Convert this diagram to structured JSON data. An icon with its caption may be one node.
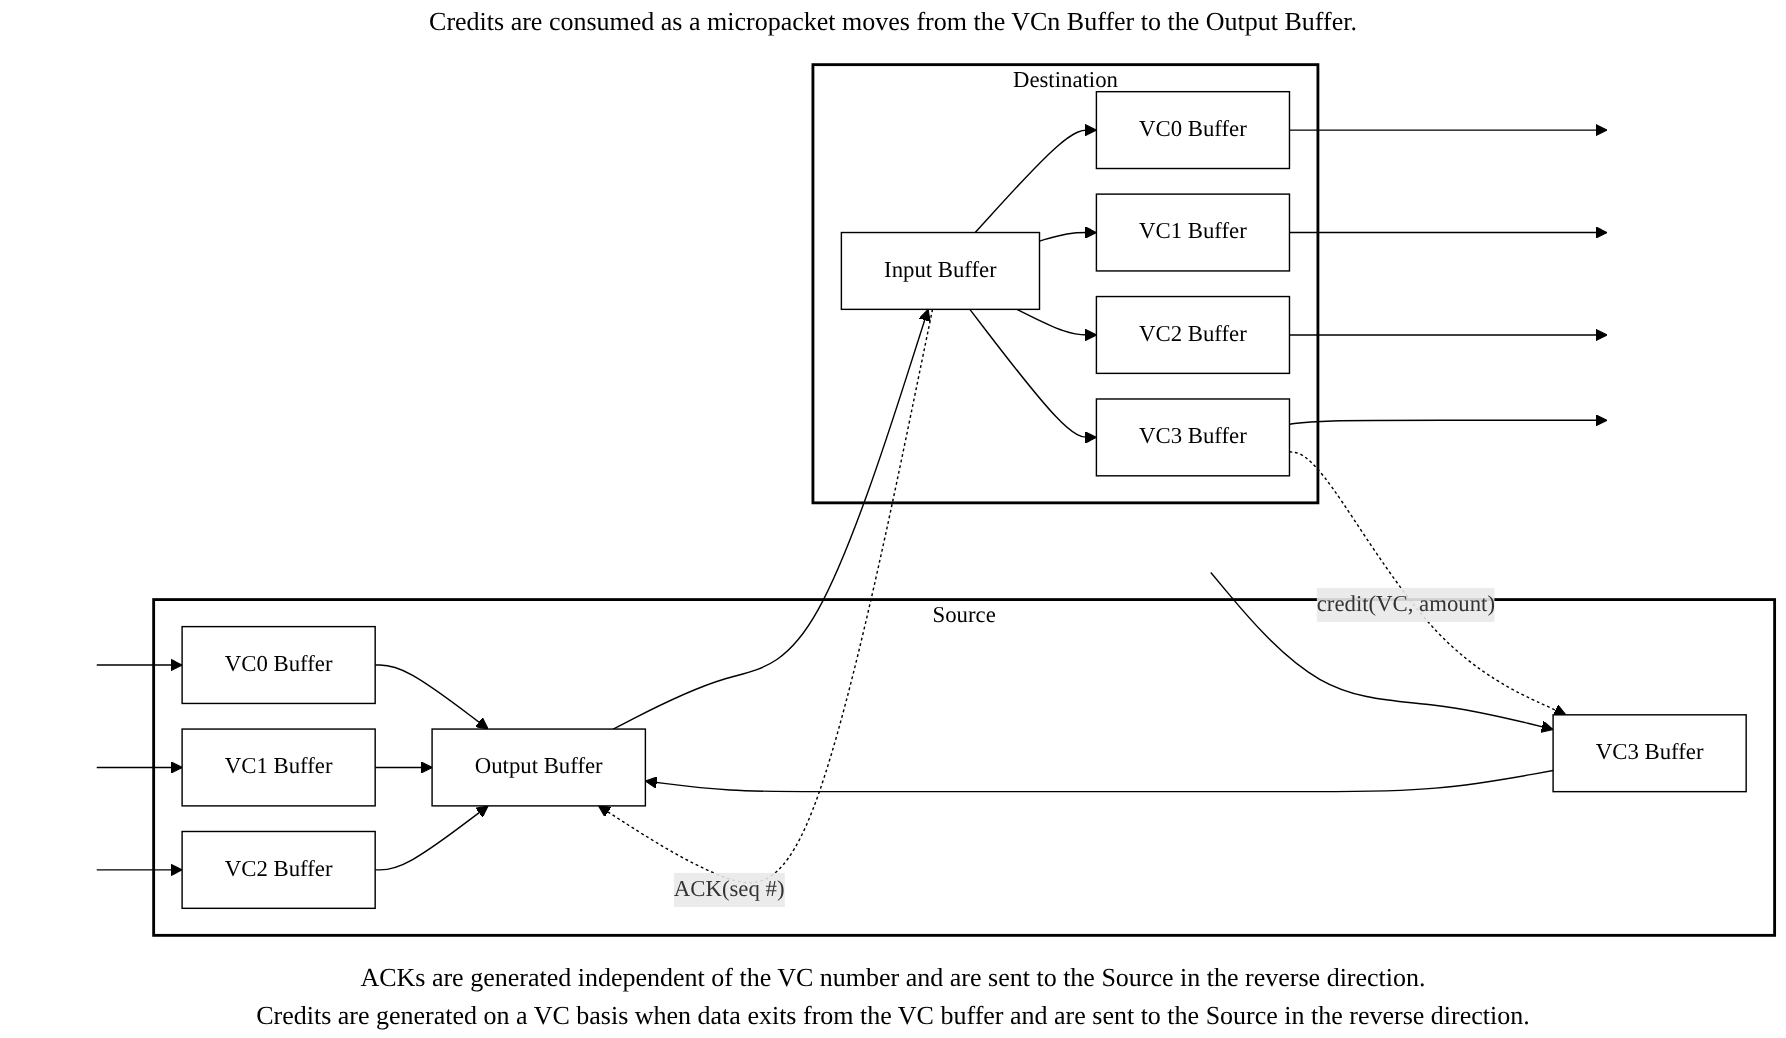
{
  "diagram": {
    "nodes": [
      {
        "text": [
          "Source"
        ]
      },
      {
        "text": [
          "VC0 Buffer"
        ],
        "in": 0
      },
      {
        "text": [
          "VC1 Buffer"
        ],
        "in": 0
      },
      {
        "text": [
          "VC2 Buffer"
        ],
        "in": 0
      },
      {
        "text": [
          "VC3 Buffer"
        ],
        "in": 0
      },
      {
        "text": [
          "Output Buffer"
        ],
        "in": 0
      },
      {
        "text": [
          "Destination"
        ]
      },
      {
        "text": [
          "Input Buffer"
        ],
        "in": 6
      },
      {
        "text": [
          "VC0 Buffer"
        ],
        "in": 6
      },
      {
        "text": [
          "VC1 Buffer"
        ],
        "in": 6
      },
      {
        "text": [
          "VC2 Buffer"
        ],
        "in": 6
      },
      {
        "text": [
          "VC3 Buffer"
        ],
        "in": 6
      }
    ],
    "edges": [
      {
        "from": null,
        "to": 1,
        "arrow": "to"
      },
      {
        "from": null,
        "to": 2,
        "arrow": "to"
      },
      {
        "from": null,
        "to": 3,
        "arrow": "to"
      },
      {
        "from": null,
        "to": 4,
        "arrow": "to"
      },
      {
        "from": 1,
        "to": 5,
        "arrow": "to"
      },
      {
        "from": 2,
        "to": 5,
        "arrow": "to"
      },
      {
        "from": 3,
        "to": 5,
        "arrow": "to"
      },
      {
        "from": 4,
        "to": 5,
        "arrow": "to"
      },
      {
        "from": 5,
        "to": 7,
        "arrow": "to"
      },
      {
        "from": 7,
        "to": 8,
        "arrow": "to"
      },
      {
        "from": 7,
        "to": 9,
        "arrow": "to"
      },
      {
        "from": 7,
        "to": 10,
        "arrow": "to"
      },
      {
        "from": 7,
        "to": 11,
        "arrow": "to"
      },
      {
        "from": 8,
        "to": null,
        "arrow": "to"
      },
      {
        "from": 9,
        "to": null,
        "arrow": "to"
      },
      {
        "from": 10,
        "to": null,
        "arrow": "to"
      },
      {
        "from": 11,
        "to": null,
        "arrow": "to"
      },
      {
        "from": 7,
        "to": 5,
        "arrow": "to",
        "style": "dashed",
        "label": "ACK(seq #)"
      },
      {
        "from": 11,
        "to": 4,
        "arrow": "to",
        "style": "dashed",
        "label": "credit(VC, amount)"
      }
    ],
    "labels": [
      "Credits are consumed as a micropacket moves from the VCn Buffer to the Output Buffer.",
      "ACKs are generated independent of the VC number and are sent to the Source in the reverse direction.",
      "Credits are generated on a VC basis when data exits from the VC buffer and are sent to the Source in the reverse direction."
    ]
  }
}
